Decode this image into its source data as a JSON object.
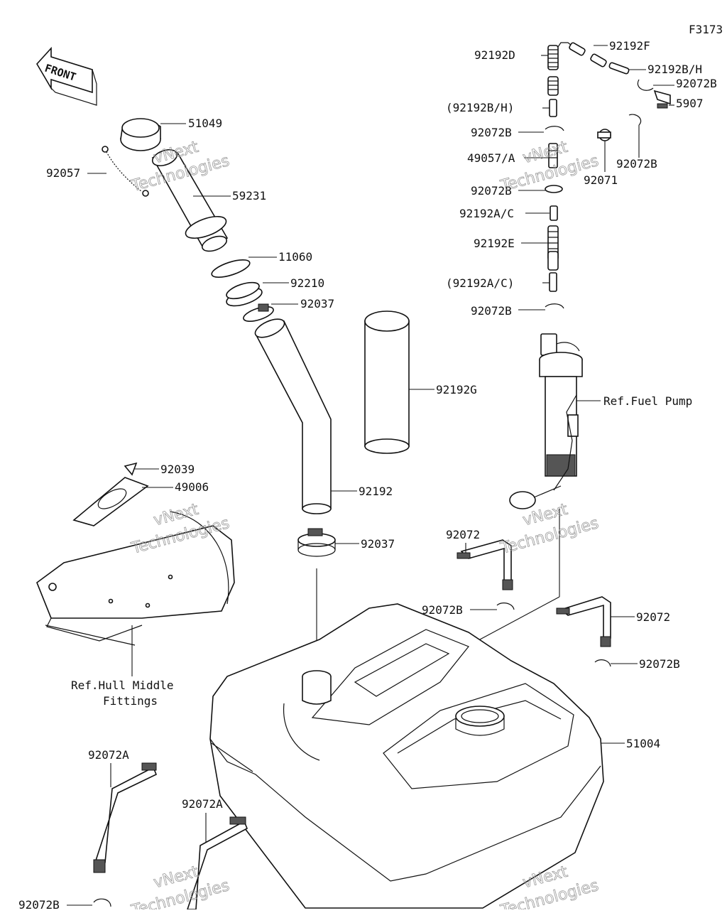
{
  "figure_code": "F3173",
  "front_label": "FRONT",
  "watermark": {
    "line1": "vNext",
    "line2": "Technologies"
  },
  "labels": {
    "p51049": "51049",
    "p92057": "92057",
    "p59231": "59231",
    "p11060": "11060",
    "p92210": "92210",
    "p92037_a": "92037",
    "p92192g": "92192G",
    "p92192": "92192",
    "p92037_b": "92037",
    "p92039": "92039",
    "p49006": "49006",
    "p92192d": "92192D",
    "p92192f": "92192F",
    "p92192bh": "92192B/H",
    "p92072b_1": "92072B",
    "p92192bh_paren": "(92192B/H)",
    "p5907": "5907",
    "p92072b_2": "92072B",
    "p49057a": "49057/A",
    "p92072b_3": "92072B",
    "p92071": "92071",
    "p92072b_4": "92072B",
    "p92192ac": "92192A/C",
    "p92192e": "92192E",
    "p92192ac_paren": "(92192A/C)",
    "p92072b_5": "92072B",
    "ref_fuel_pump": "Ref.Fuel Pump",
    "p92072_a": "92072",
    "p92072b_6": "92072B",
    "p92072_b": "92072",
    "p92072b_7": "92072B",
    "ref_hull_1": "Ref.Hull Middle",
    "ref_hull_2": "Fittings",
    "p51004": "51004",
    "p92072a_1": "92072A",
    "p92072a_2": "92072A",
    "p92072b_8": "92072B"
  }
}
